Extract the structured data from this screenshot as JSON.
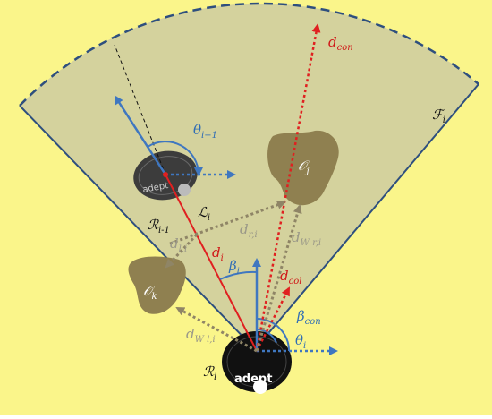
{
  "colors": {
    "background": "#faf58a",
    "sector_fill": "#d4d29d",
    "sector_edge": "#2e4f7e",
    "obstacle": "#8f8050",
    "robot": "#3c3c3c",
    "blue": "#3f77c0",
    "red": "#e02020",
    "olive_arrow": "#8f8566",
    "label_black": "#111111",
    "label_blue": "#2f6db5",
    "label_red": "#d01818",
    "label_gray": "#9a9888"
  },
  "labels": {
    "fov": {
      "main": "ℱ",
      "sub": "i"
    },
    "theta_prev": {
      "main": "θ",
      "sub": "i−1"
    },
    "obstacle_j": {
      "main": "𝒪",
      "sub": "j"
    },
    "obstacle_k": {
      "main": "𝒪",
      "sub": "k"
    },
    "d_con": {
      "main": "d",
      "sub": "con"
    },
    "d_col": {
      "main": "d",
      "sub": "col"
    },
    "L_i": {
      "main": "ℒ",
      "sub": "i"
    },
    "R_prev": {
      "main": "ℛ",
      "sub": "i-1"
    },
    "R_i": {
      "main": "ℛ",
      "sub": "i"
    },
    "d_i": {
      "main": "d",
      "sub": "i"
    },
    "d_ri": {
      "main": "d",
      "sub": "r,i"
    },
    "d_li": {
      "main": "d",
      "sub": "l,i"
    },
    "d_wri": {
      "main": "d",
      "sub": "W r,i"
    },
    "d_wli": {
      "main": "d",
      "sub": "W l,i"
    },
    "beta_i": {
      "main": "β",
      "sub": "i"
    },
    "beta_con": {
      "main": "β",
      "sub": "con"
    },
    "theta_i": {
      "main": "θ",
      "sub": "i"
    }
  },
  "robot_logo_text": "adept"
}
